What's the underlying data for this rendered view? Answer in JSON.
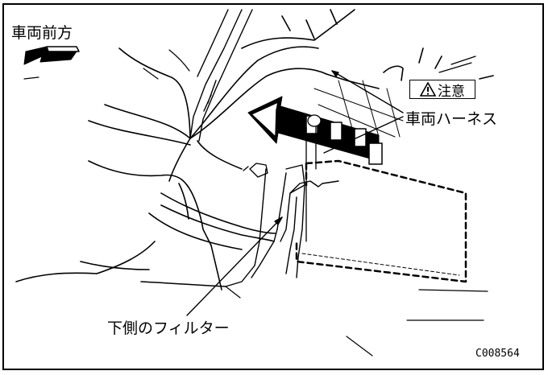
{
  "labels": {
    "vehicle_front": "車両前方",
    "caution": "注意",
    "vehicle_harness": "車両ハーネス",
    "lower_filter": "下側のフィルター",
    "figure_code": "C008564"
  },
  "icons": {
    "front_arrow": "direction-arrow-icon",
    "caution": "warning-triangle-icon"
  },
  "colors": {
    "line": "#000000",
    "background": "#ffffff"
  }
}
